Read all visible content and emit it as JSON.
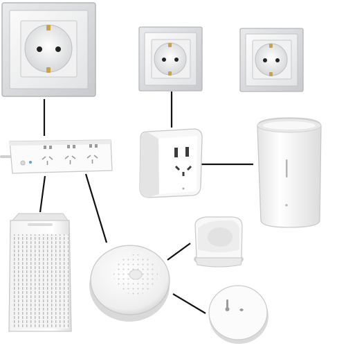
{
  "diagram": {
    "devices": [
      {
        "id": "wall-socket-large",
        "kind": "schuko-wall-socket"
      },
      {
        "id": "wall-socket-medium",
        "kind": "schuko-wall-socket"
      },
      {
        "id": "wall-socket-small",
        "kind": "schuko-wall-socket"
      },
      {
        "id": "power-strip",
        "kind": "smart-power-strip"
      },
      {
        "id": "smart-plug",
        "kind": "smart-plug-adapter"
      },
      {
        "id": "humidifier",
        "kind": "smart-humidifier"
      },
      {
        "id": "air-purifier",
        "kind": "air-purifier"
      },
      {
        "id": "gateway-hub",
        "kind": "smart-home-gateway"
      },
      {
        "id": "motion-sensor",
        "kind": "motion-sensor"
      },
      {
        "id": "temperature-sensor",
        "kind": "temperature-humidity-sensor"
      }
    ],
    "connections": [
      {
        "from": "wall-socket-large",
        "to": "power-strip"
      },
      {
        "from": "wall-socket-medium",
        "to": "smart-plug"
      },
      {
        "from": "smart-plug",
        "to": "humidifier"
      },
      {
        "from": "power-strip",
        "to": "air-purifier"
      },
      {
        "from": "power-strip",
        "to": "gateway-hub"
      },
      {
        "from": "gateway-hub",
        "to": "motion-sensor"
      },
      {
        "from": "gateway-hub",
        "to": "temperature-sensor"
      }
    ],
    "colors": {
      "line": "#111111",
      "socket_frame": "#d7d8da",
      "device_white": "#f6f6f6",
      "outline": "#b9bbbe",
      "pin": "#c9a24a"
    }
  }
}
